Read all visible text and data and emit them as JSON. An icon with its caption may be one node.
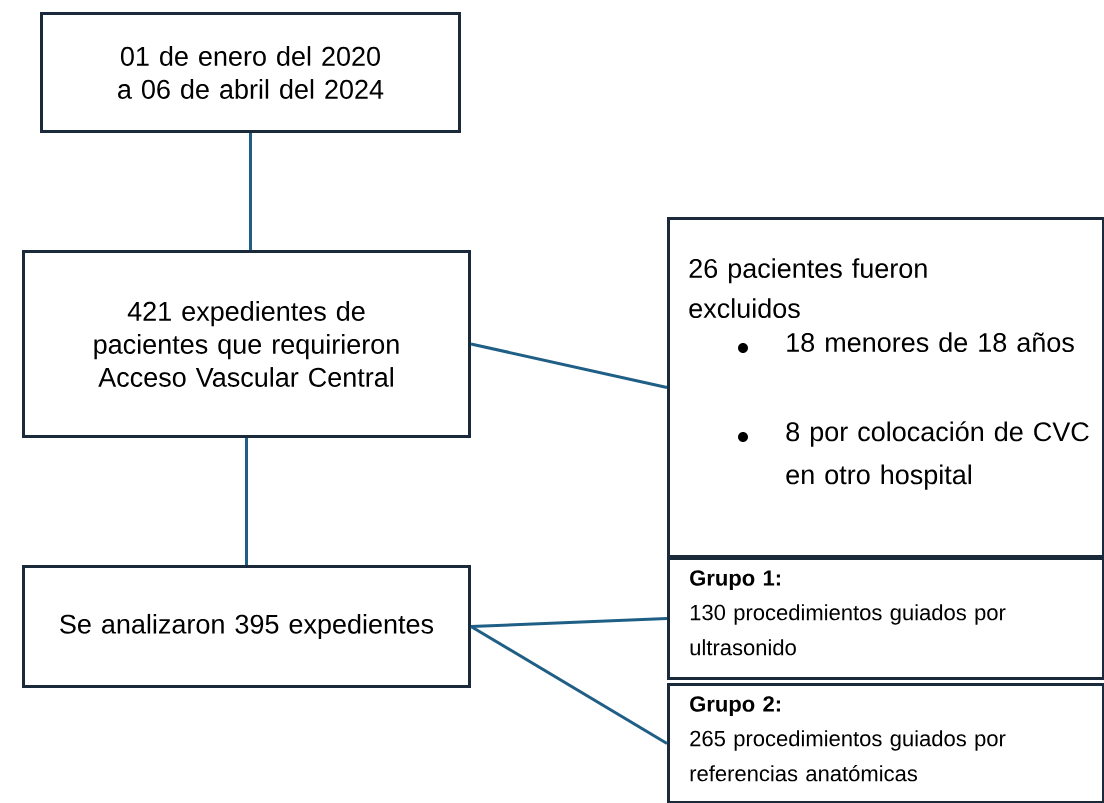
{
  "diagram": {
    "nodes": [
      {
        "text": [
          "01 de enero del 2020 a 06 de abril del 2024"
        ]
      },
      {
        "text": [
          "421 expedientes de pacientes que requirieron Acceso Vascular Central"
        ]
      },
      {
        "text": [
          "26 pacientes fueron excluidos",
          "18 menores de 18 años",
          "8 por colocación de CVC en otro hospital"
        ]
      },
      {
        "text": [
          "Se analizaron 395 expedientes"
        ]
      },
      {
        "text": [
          "Grupo 1:",
          "130 procedimientos guiados por ultrasonido"
        ]
      },
      {
        "text": [
          "Grupo 2:",
          "265 procedimientos guiados por referencias anatómicas"
        ]
      }
    ],
    "edges": [
      {
        "from": 0,
        "to": 1,
        "arrow": "none"
      },
      {
        "from": 1,
        "to": 2,
        "arrow": "none"
      },
      {
        "from": 1,
        "to": 3,
        "arrow": "none"
      },
      {
        "from": 3,
        "to": 4,
        "arrow": "none"
      },
      {
        "from": 3,
        "to": 5,
        "arrow": "none"
      }
    ]
  }
}
